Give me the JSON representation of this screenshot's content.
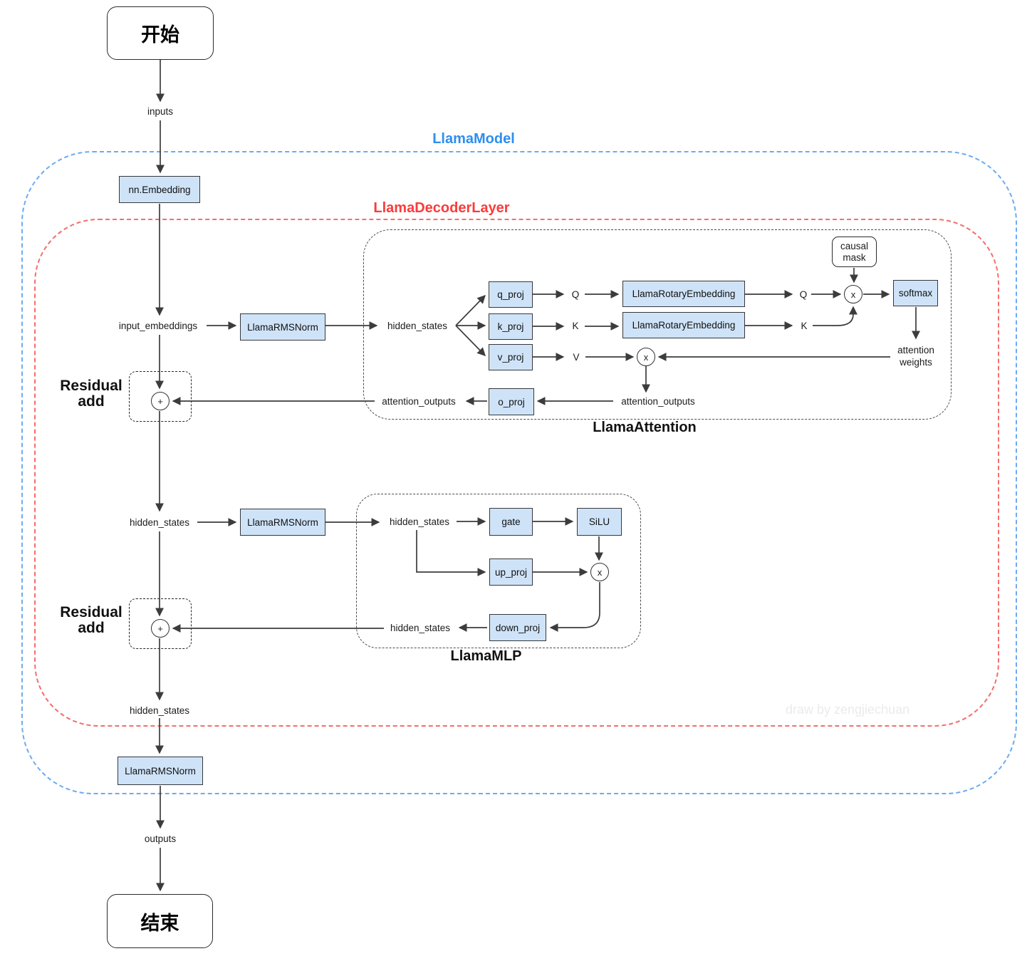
{
  "diagram": {
    "terminals": {
      "start": "开始",
      "end": "结束"
    },
    "watermark": "draw by zengjiechuan",
    "colors": {
      "node_fill": "#cfe3f8",
      "node_border": "#35383b",
      "model_accent": "#2e8ef0",
      "decoder_accent": "#fb3b3b",
      "wire": "#3c3c3c"
    },
    "containers": {
      "model": "LlamaModel",
      "decoder": "LlamaDecoderLayer",
      "attention": "LlamaAttention",
      "mlp": "LlamaMLP"
    },
    "nodes": {
      "embedding": "nn.Embedding",
      "rmsnorm_attn": "LlamaRMSNorm",
      "rmsnorm_mlp": "LlamaRMSNorm",
      "rmsnorm_final": "LlamaRMSNorm",
      "q_proj": "q_proj",
      "k_proj": "k_proj",
      "v_proj": "v_proj",
      "o_proj": "o_proj",
      "rotary_q": "LlamaRotaryEmbedding",
      "rotary_k": "LlamaRotaryEmbedding",
      "softmax": "softmax",
      "causal_mask": "causal\nmask",
      "gate": "gate",
      "silu": "SiLU",
      "up_proj": "up_proj",
      "down_proj": "down_proj"
    },
    "labels": {
      "inputs": "inputs",
      "input_embeddings": "input_embeddings",
      "hidden_states_attn_in": "hidden_states",
      "hidden_states_mid": "hidden_states",
      "hidden_states_mlp_in": "hidden_states",
      "hidden_states_mlp_out": "hidden_states",
      "hidden_states_out": "hidden_states",
      "attention_outputs_inner": "attention_outputs",
      "attention_outputs_outer": "attention_outputs",
      "attention_weights": "attention\nweights",
      "q1": "Q",
      "k1": "K",
      "v1": "V",
      "q2": "Q",
      "k2": "K",
      "outputs": "outputs",
      "residual_add_1": "Residual\nadd",
      "residual_add_2": "Residual\nadd",
      "plus": "+",
      "multiply": "x"
    }
  }
}
